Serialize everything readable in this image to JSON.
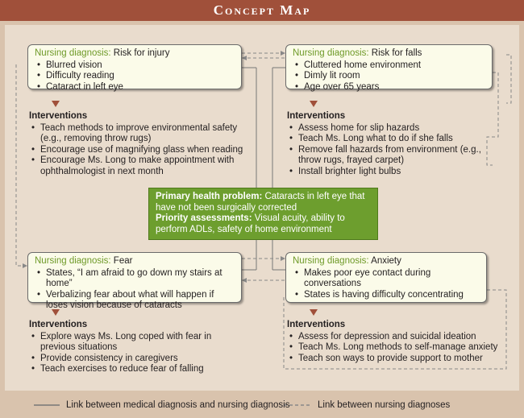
{
  "title": "Concept Map",
  "boxes": {
    "tl": {
      "label": "Nursing diagnosis:",
      "value": " Risk for injury",
      "items": [
        "Blurred vision",
        "Difficulty reading",
        "Cataract in left eye"
      ]
    },
    "tr": {
      "label": "Nursing diagnosis:",
      "value": " Risk for falls",
      "items": [
        "Cluttered home environment",
        "Dimly lit room",
        "Age over 65 years"
      ]
    },
    "bl": {
      "label": "Nursing diagnosis:",
      "value": " Fear",
      "items": [
        "States, “I am afraid to go down my stairs at home”",
        "Verbalizing fear about what will happen if loses vision because of cataracts"
      ]
    },
    "br": {
      "label": "Nursing diagnosis:",
      "value": " Anxiety",
      "items": [
        "Makes poor eye contact during conversations",
        "States is having difficulty concentrating"
      ]
    }
  },
  "interventions": {
    "heading": "Interventions",
    "tl": [
      "Teach methods to improve environmental safety (e.g., removing throw rugs)",
      "Encourage use of magnifying glass when reading",
      "Encourage Ms. Long to make appointment with ophthalmologist in next month"
    ],
    "tr": [
      "Assess home for slip hazards",
      "Teach Ms. Long what to do if she falls",
      "Remove fall hazards from environment (e.g., throw rugs, frayed carpet)",
      "Install brighter light bulbs"
    ],
    "bl": [
      "Explore ways Ms. Long coped with fear in previous situations",
      "Provide consistency in caregivers",
      "Teach exercises to reduce fear of falling"
    ],
    "br": [
      "Assess for depression and suicidal ideation",
      "Teach Ms. Long methods to self-manage anxiety",
      "Teach son ways to provide support to mother"
    ]
  },
  "central": {
    "problem_label": "Primary health problem:",
    "problem_text": " Cataracts in left eye that have not been surgically corrected",
    "assess_label": "Priority assessments:",
    "assess_text": " Visual acuity, ability to perform ADLs, safety of home environment"
  },
  "legend": {
    "solid": "Link between medical diagnosis and nursing diagnosis",
    "dashed": "Link between nursing diagnoses"
  },
  "colors": {
    "banner": "#a0503a",
    "accent_green": "#6f9a28",
    "central_bg": "#6d9e2e",
    "panel": "#e9dccd",
    "box": "#fbfbe9"
  }
}
